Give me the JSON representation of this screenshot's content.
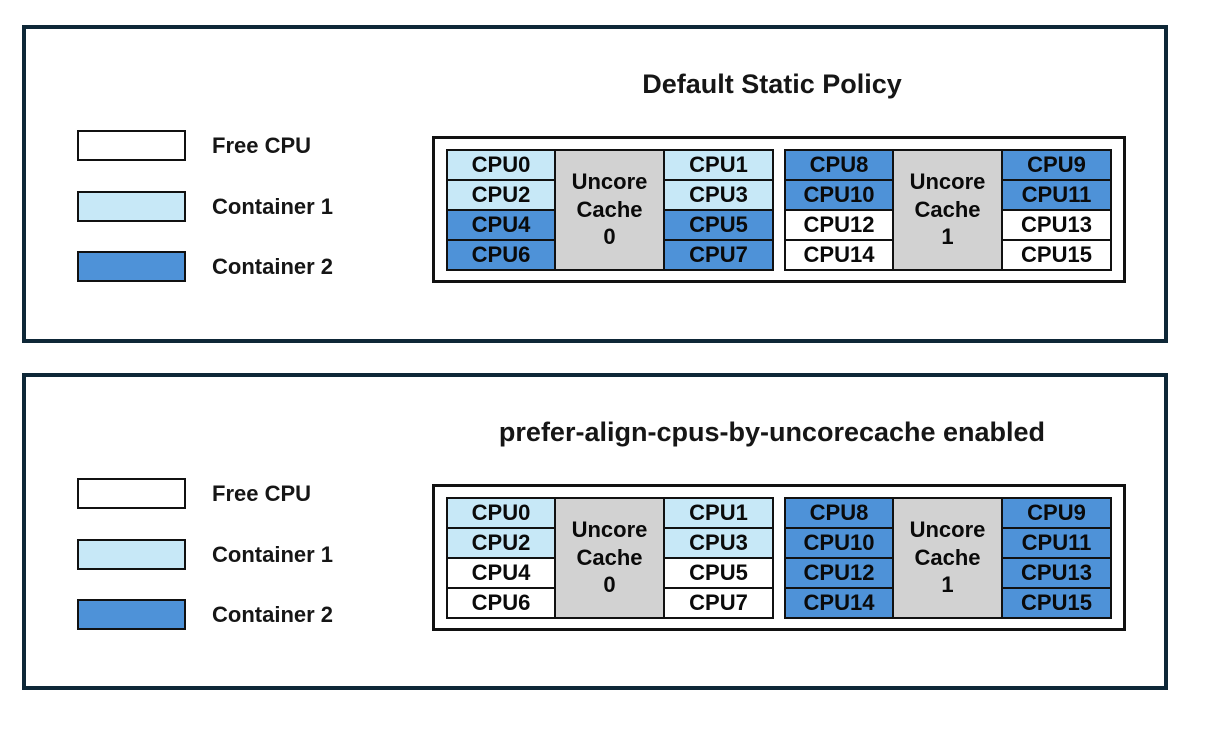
{
  "colors": {
    "panel_border": "#0e2737",
    "free_cpu": "#ffffff",
    "container1": "#c7e8f7",
    "container2": "#4e92d8",
    "cache_block": "#d2d2d2",
    "line": "#111111"
  },
  "legend": {
    "items": [
      {
        "label": "Free CPU",
        "state": "free"
      },
      {
        "label": "Container 1",
        "state": "c1"
      },
      {
        "label": "Container 2",
        "state": "c2"
      }
    ]
  },
  "panels": [
    {
      "title": "Default Static Policy",
      "diagram": {
        "groups": [
          {
            "cache_label": "Uncore\nCache\n0",
            "left": [
              {
                "label": "CPU0",
                "state": "c1"
              },
              {
                "label": "CPU2",
                "state": "c1"
              },
              {
                "label": "CPU4",
                "state": "c2"
              },
              {
                "label": "CPU6",
                "state": "c2"
              }
            ],
            "right": [
              {
                "label": "CPU1",
                "state": "c1"
              },
              {
                "label": "CPU3",
                "state": "c1"
              },
              {
                "label": "CPU5",
                "state": "c2"
              },
              {
                "label": "CPU7",
                "state": "c2"
              }
            ]
          },
          {
            "cache_label": "Uncore\nCache\n1",
            "left": [
              {
                "label": "CPU8",
                "state": "c2"
              },
              {
                "label": "CPU10",
                "state": "c2"
              },
              {
                "label": "CPU12",
                "state": "free"
              },
              {
                "label": "CPU14",
                "state": "free"
              }
            ],
            "right": [
              {
                "label": "CPU9",
                "state": "c2"
              },
              {
                "label": "CPU11",
                "state": "c2"
              },
              {
                "label": "CPU13",
                "state": "free"
              },
              {
                "label": "CPU15",
                "state": "free"
              }
            ]
          }
        ]
      }
    },
    {
      "title": "prefer-align-cpus-by-uncorecache enabled",
      "diagram": {
        "groups": [
          {
            "cache_label": "Uncore\nCache\n0",
            "left": [
              {
                "label": "CPU0",
                "state": "c1"
              },
              {
                "label": "CPU2",
                "state": "c1"
              },
              {
                "label": "CPU4",
                "state": "free"
              },
              {
                "label": "CPU6",
                "state": "free"
              }
            ],
            "right": [
              {
                "label": "CPU1",
                "state": "c1"
              },
              {
                "label": "CPU3",
                "state": "c1"
              },
              {
                "label": "CPU5",
                "state": "free"
              },
              {
                "label": "CPU7",
                "state": "free"
              }
            ]
          },
          {
            "cache_label": "Uncore\nCache\n1",
            "left": [
              {
                "label": "CPU8",
                "state": "c2"
              },
              {
                "label": "CPU10",
                "state": "c2"
              },
              {
                "label": "CPU12",
                "state": "c2"
              },
              {
                "label": "CPU14",
                "state": "c2"
              }
            ],
            "right": [
              {
                "label": "CPU9",
                "state": "c2"
              },
              {
                "label": "CPU11",
                "state": "c2"
              },
              {
                "label": "CPU13",
                "state": "c2"
              },
              {
                "label": "CPU15",
                "state": "c2"
              }
            ]
          }
        ]
      }
    }
  ]
}
